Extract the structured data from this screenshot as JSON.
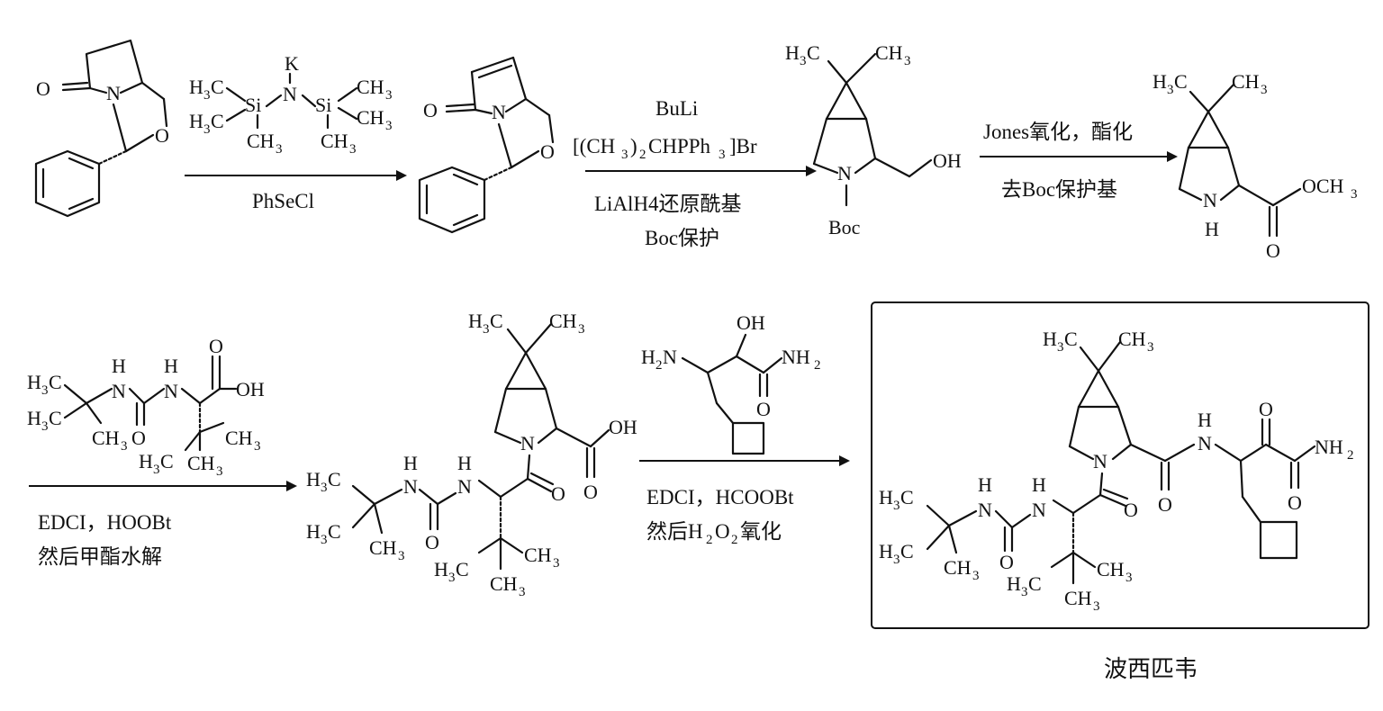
{
  "reagents": {
    "step1_reagent": "KHMDS",
    "step1_below": "PhSeCl",
    "step2_above1": "BuLi",
    "step2_above2": "[(CH3)2CHPPh3]Br",
    "step2_below1": "LiAlH4还原酰基",
    "step2_below2": "Boc保护",
    "step3_above": "Jones氧化，酯化",
    "step3_below": "去Boc保护基",
    "step4_below1": "EDCI，HOOBt",
    "step4_below2": "然后甲酯水解",
    "step5_below1": "EDCI，HCOOBt",
    "step5_below2": "然后H2O2氧化"
  },
  "labels": {
    "product_name": "波西匹韦",
    "boc": "Boc"
  }
}
